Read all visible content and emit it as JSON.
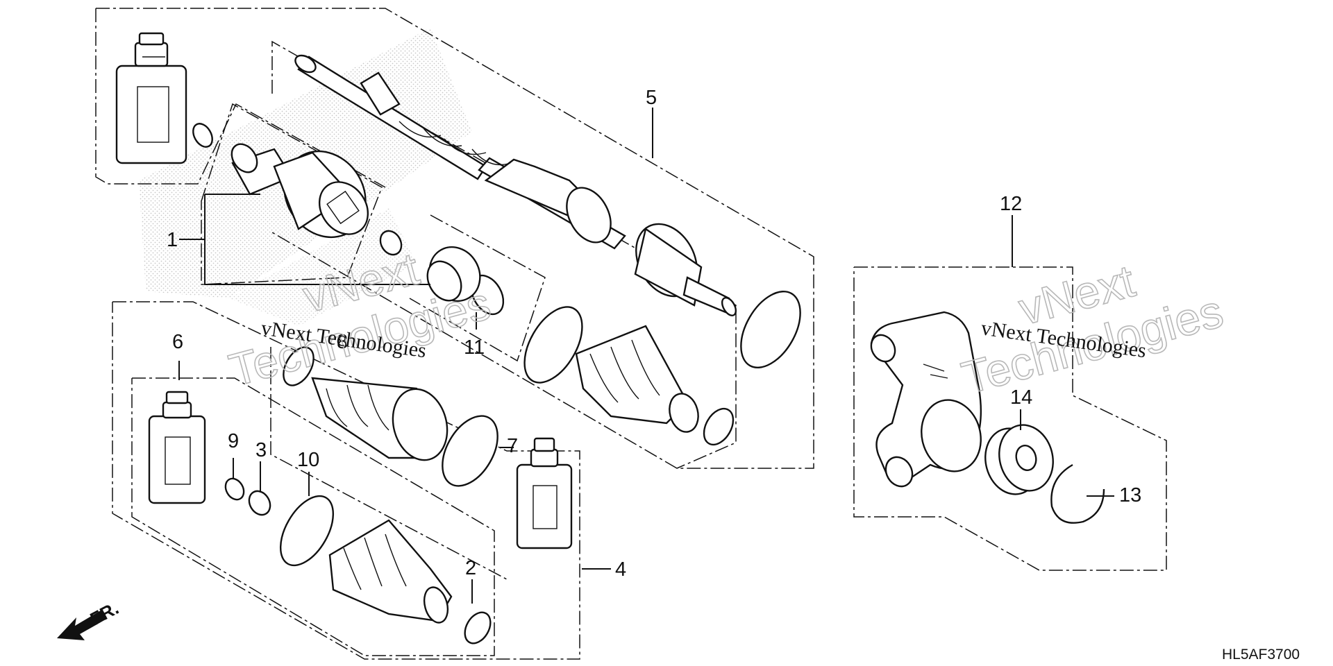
{
  "diagram": {
    "reference_code": "HL5AF3700",
    "direction_label": "FR.",
    "watermarks": [
      {
        "line1": "vNext",
        "line2": "Technologies",
        "caption": "vNext Technologies"
      },
      {
        "line1": "vNext",
        "line2": "Technologies",
        "caption": "vNext Technologies"
      }
    ],
    "callouts": [
      "1",
      "2",
      "3",
      "4",
      "5",
      "6",
      "7",
      "8",
      "9",
      "10",
      "11",
      "12",
      "13",
      "14"
    ]
  }
}
